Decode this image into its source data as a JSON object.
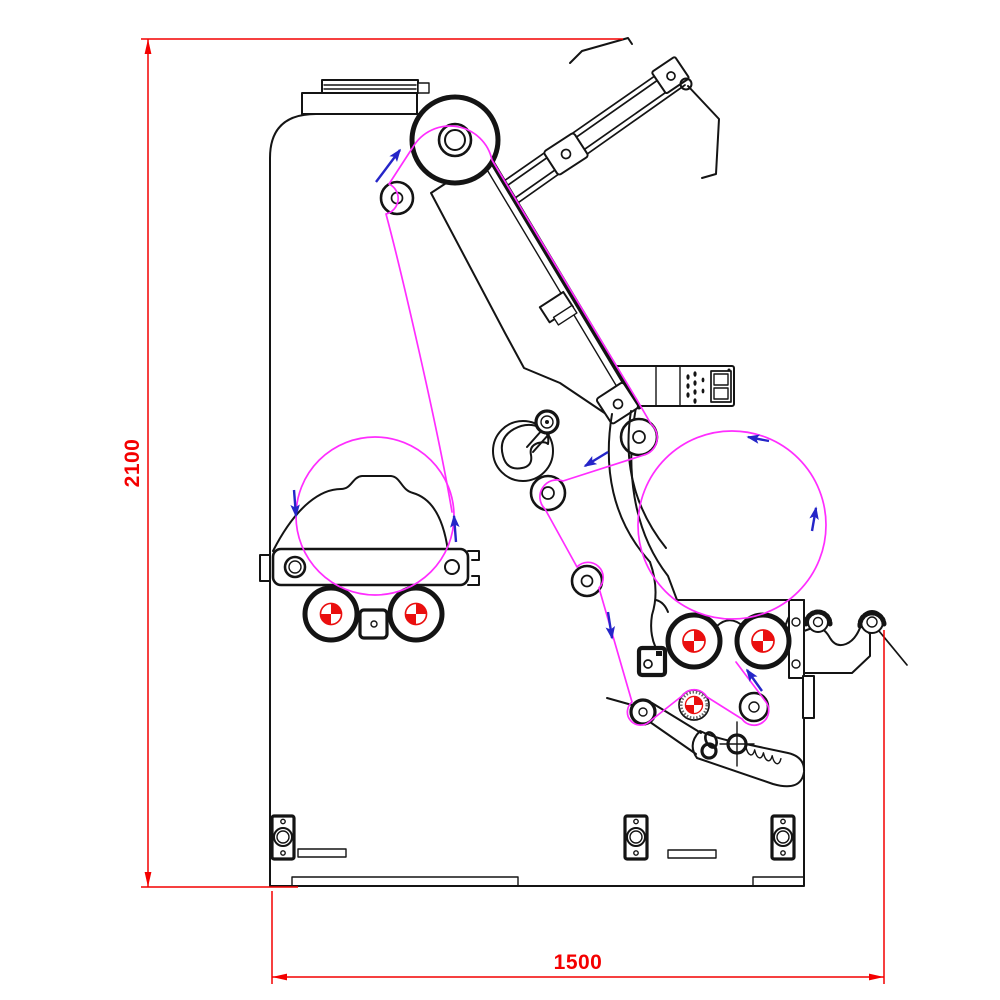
{
  "drawing": {
    "background": "#ffffff",
    "dimension_height_label": "2100",
    "dimension_width_label": "1500"
  },
  "colors": {
    "dimension_red": "#f40000",
    "web_path_magenta": "#ff2dff",
    "rotation_arrow_blue": "#2525c8",
    "outline_black": "#141414",
    "datum_red": "#ea0f0f"
  },
  "components": [
    "machine-frame",
    "top-linear-rail",
    "mast-arm",
    "print-unit-plate",
    "drive-motor",
    "top-web-roller",
    "entry-idler-roller",
    "dancer-assembly",
    "web-idler-rollers",
    "frame-arm",
    "unwind-roll",
    "unwind-cradle",
    "unwind-nip-rollers",
    "rewind-roll",
    "rewind-cradle",
    "rewind-nip-rollers",
    "web-edge-sensor",
    "tension-lever",
    "ratchet-sector",
    "exit-guide-rollers",
    "leveling-feet",
    "web-path",
    "rotation-arrows"
  ]
}
